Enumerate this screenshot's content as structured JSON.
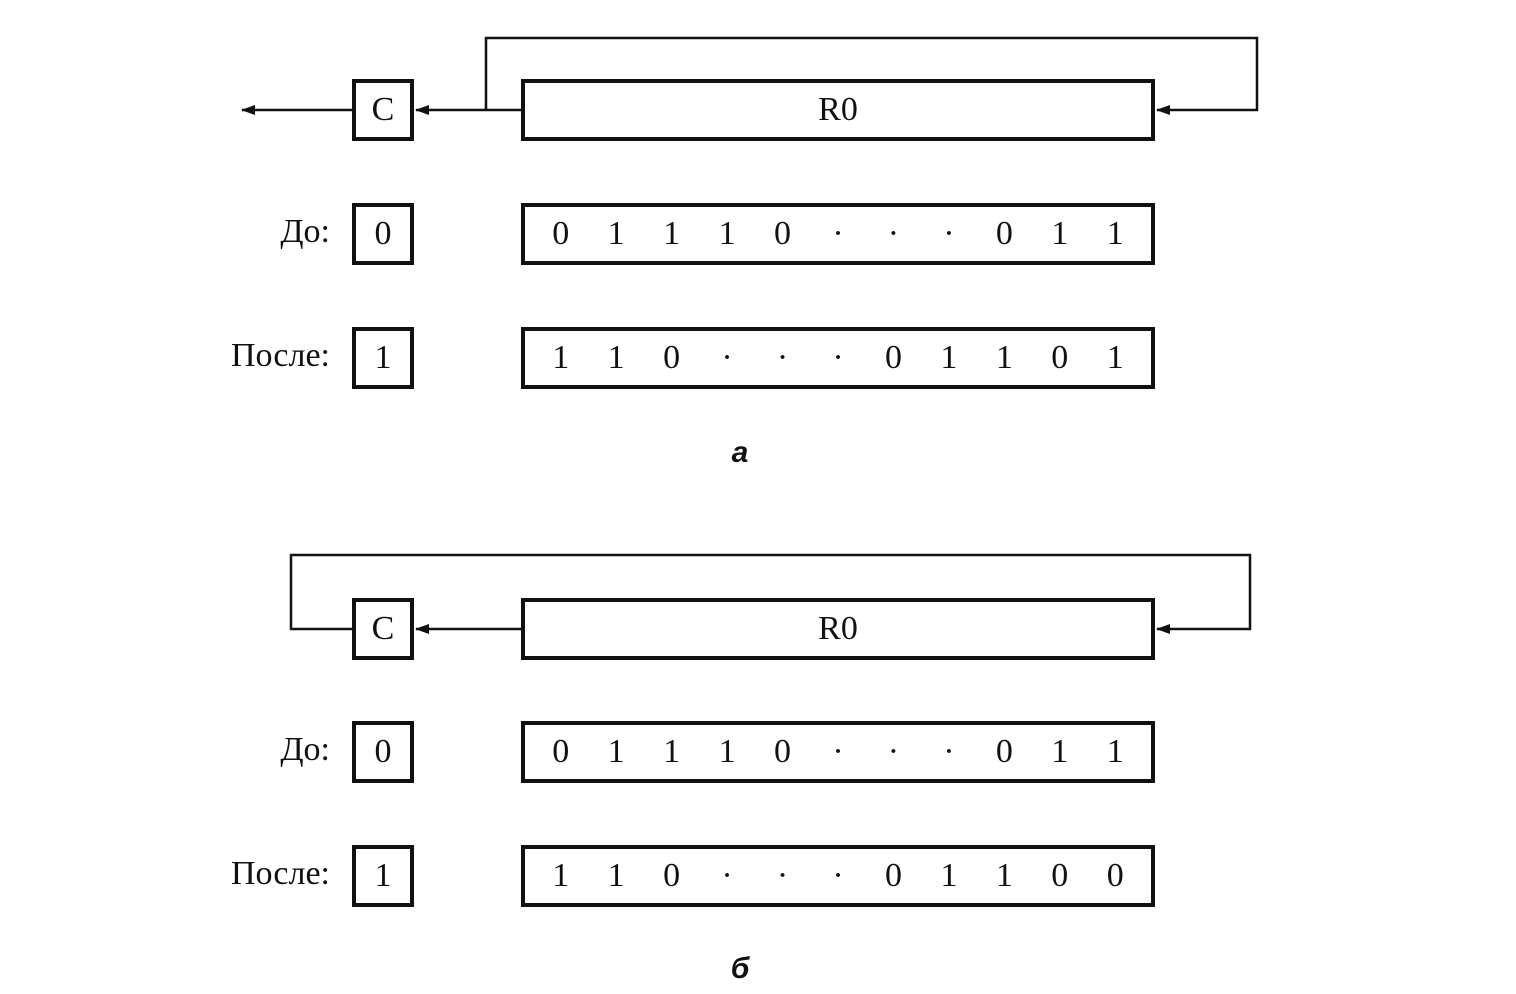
{
  "diagrams": {
    "a": {
      "caption": "а",
      "carry_label": "C",
      "register_label": "R0",
      "before": {
        "label": "До:",
        "carry": "0",
        "bits": [
          "0",
          "1",
          "1",
          "1",
          "0",
          "·",
          "·",
          "·",
          "0",
          "1",
          "1"
        ]
      },
      "after": {
        "label": "После:",
        "carry": "1",
        "bits": [
          "1",
          "1",
          "0",
          "·",
          "·",
          "·",
          "0",
          "1",
          "1",
          "0",
          "1"
        ]
      }
    },
    "b": {
      "caption": "б",
      "carry_label": "C",
      "register_label": "R0",
      "before": {
        "label": "До:",
        "carry": "0",
        "bits": [
          "0",
          "1",
          "1",
          "1",
          "0",
          "·",
          "·",
          "·",
          "0",
          "1",
          "1"
        ]
      },
      "after": {
        "label": "После:",
        "carry": "1",
        "bits": [
          "1",
          "1",
          "0",
          "·",
          "·",
          "·",
          "0",
          "1",
          "1",
          "0",
          "0"
        ]
      }
    }
  }
}
